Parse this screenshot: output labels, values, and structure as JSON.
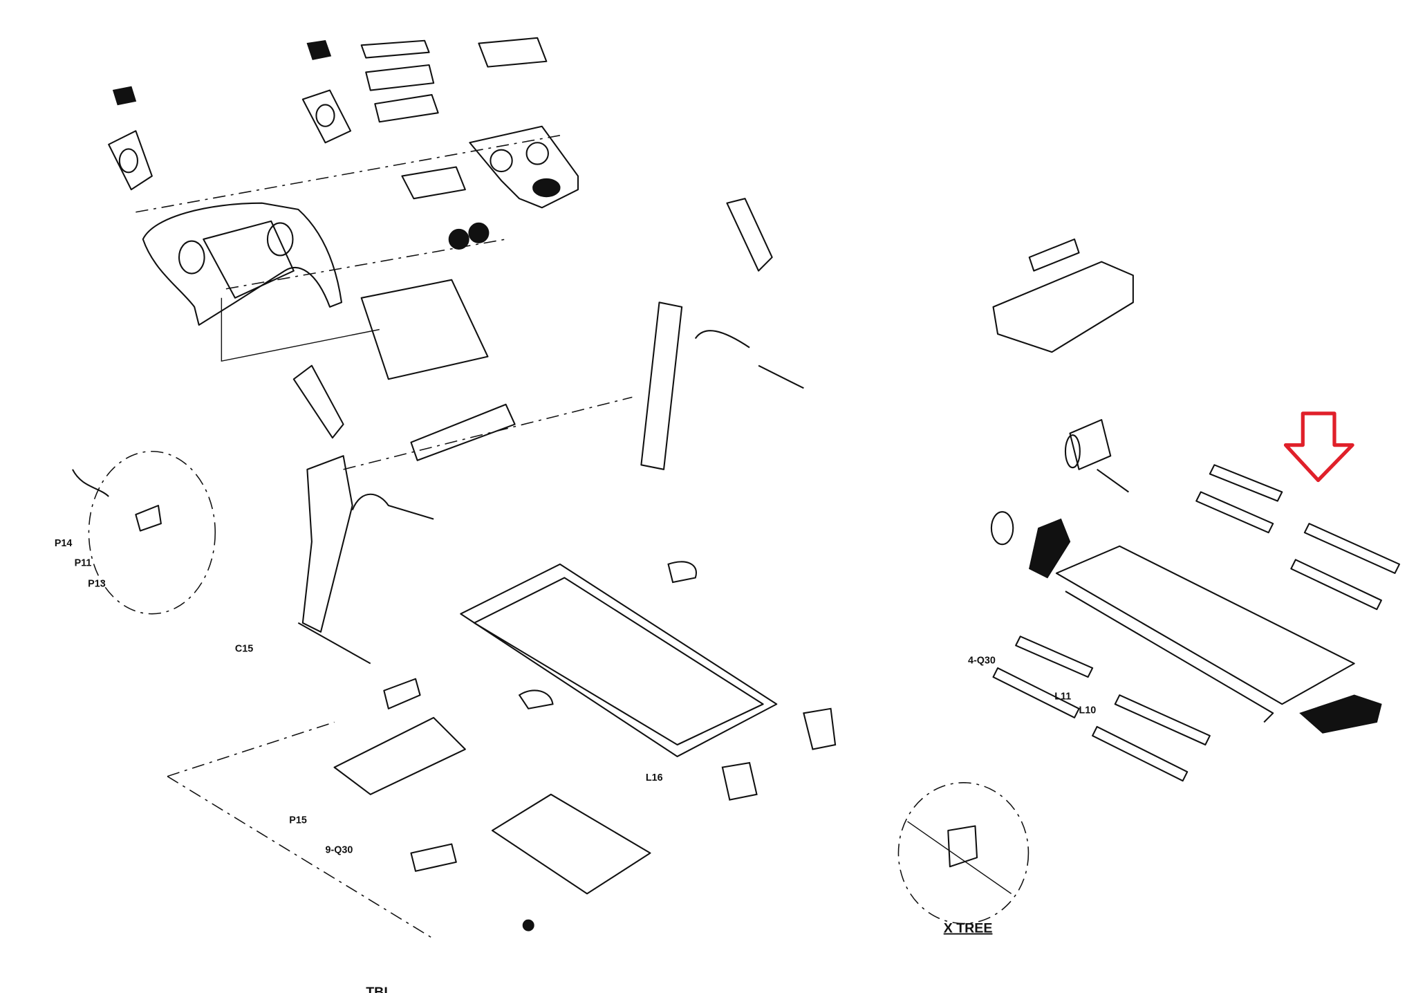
{
  "diagram": {
    "type": "exploded-parts-diagram",
    "subject": "treadmill",
    "highlight_color": "#e0202a",
    "line_color": "#111111",
    "callouts": [
      "P14",
      "P11",
      "P13",
      "P15",
      "C15",
      "L11",
      "L10",
      "L16",
      "4-Q30",
      "9-Q30"
    ],
    "detail_caption": "X TREE",
    "bottom_caption": "TBL"
  }
}
